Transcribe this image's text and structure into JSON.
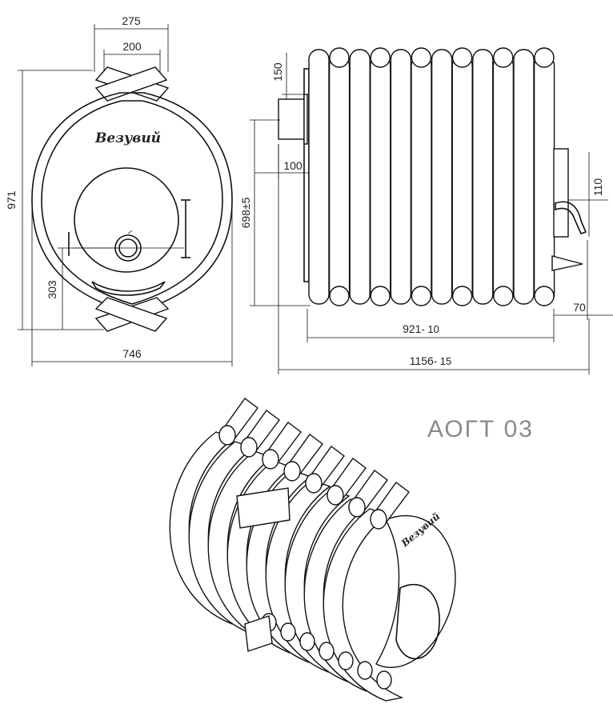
{
  "front_view": {
    "dim_top_outer": "275",
    "dim_top_inner": "200",
    "dim_height": "971",
    "dim_ash": "303",
    "dim_width": "746",
    "brand_logo": "Везувий"
  },
  "side_view": {
    "dim_flue_height": "150",
    "dim_flue_len": "100",
    "dim_axis_height": "698±5",
    "dim_door_offset": "110",
    "dim_handle": "70",
    "dim_body_len": "921",
    "dim_body_len_tol": "- 10",
    "dim_total_len": "1156",
    "dim_total_len_tol": "- 15"
  },
  "model_label": "АОГТ 03",
  "colors": {
    "line": "#111111",
    "label": "#8a8a8a"
  }
}
